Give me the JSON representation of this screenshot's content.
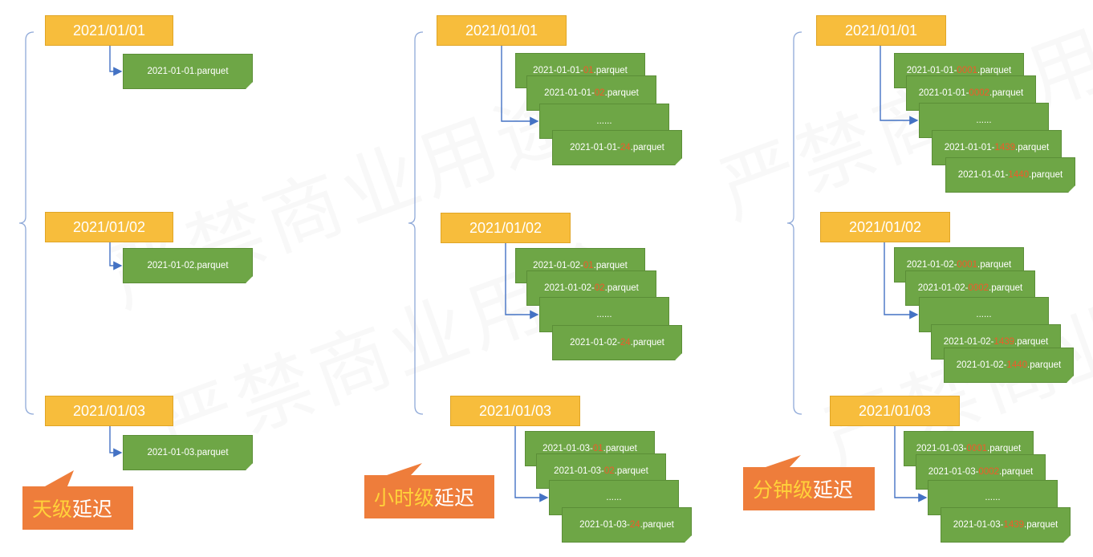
{
  "colors": {
    "date_fill": "#F7BD3C",
    "file_fill": "#6EA646",
    "connector": "#4472C4",
    "bracket": "#8FA9D8",
    "accent_text": "#F05A2A",
    "tag_fill": "#EE7D3B",
    "tag_highlight": "#FFD23A"
  },
  "watermark": "严禁商业用途",
  "columns": [
    {
      "id": "day",
      "tag": {
        "highlight": "天级",
        "rest": "延迟"
      },
      "groups": [
        {
          "date": "2021/01/01",
          "files": [
            {
              "prefix": "2021-01-01.parquet",
              "accent": "",
              "suffix": ""
            }
          ]
        },
        {
          "date": "2021/01/02",
          "files": [
            {
              "prefix": "2021-01-02.parquet",
              "accent": "",
              "suffix": ""
            }
          ]
        },
        {
          "date": "2021/01/03",
          "files": [
            {
              "prefix": "2021-01-03.parquet",
              "accent": "",
              "suffix": ""
            }
          ]
        }
      ]
    },
    {
      "id": "hour",
      "tag": {
        "highlight": "小时级",
        "rest": "延迟"
      },
      "groups": [
        {
          "date": "2021/01/01",
          "files": [
            {
              "prefix": "2021-01-01-",
              "accent": "01",
              "suffix": ".parquet"
            },
            {
              "prefix": "2021-01-01-",
              "accent": "02",
              "suffix": ".parquet"
            },
            {
              "prefix": "......",
              "accent": "",
              "suffix": ""
            },
            {
              "prefix": "2021-01-01-",
              "accent": "24",
              "suffix": ".parquet"
            }
          ]
        },
        {
          "date": "2021/01/02",
          "files": [
            {
              "prefix": "2021-01-02-",
              "accent": "01",
              "suffix": ".parquet"
            },
            {
              "prefix": "2021-01-02-",
              "accent": "02",
              "suffix": ".parquet"
            },
            {
              "prefix": "......",
              "accent": "",
              "suffix": ""
            },
            {
              "prefix": "2021-01-02-",
              "accent": "24",
              "suffix": ".parquet"
            }
          ]
        },
        {
          "date": "2021/01/03",
          "files": [
            {
              "prefix": "2021-01-03-",
              "accent": "01",
              "suffix": ".parquet"
            },
            {
              "prefix": "2021-01-03-",
              "accent": "02",
              "suffix": ".parquet"
            },
            {
              "prefix": "......",
              "accent": "",
              "suffix": ""
            },
            {
              "prefix": "2021-01-03-",
              "accent": "24",
              "suffix": ".parquet"
            }
          ]
        }
      ]
    },
    {
      "id": "minute",
      "tag": {
        "highlight": "分钟级",
        "rest": "延迟"
      },
      "groups": [
        {
          "date": "2021/01/01",
          "files": [
            {
              "prefix": "2021-01-01-",
              "accent": "0001",
              "suffix": ".parquet"
            },
            {
              "prefix": "2021-01-01-",
              "accent": "0002",
              "suffix": ".parquet"
            },
            {
              "prefix": "......",
              "accent": "",
              "suffix": ""
            },
            {
              "prefix": "2021-01-01-",
              "accent": "1439",
              "suffix": ".parquet"
            },
            {
              "prefix": "2021-01-01-",
              "accent": "1440",
              "suffix": ".parquet"
            }
          ]
        },
        {
          "date": "2021/01/02",
          "files": [
            {
              "prefix": "2021-01-02-",
              "accent": "0001",
              "suffix": ".parquet"
            },
            {
              "prefix": "2021-01-02-",
              "accent": "0002",
              "suffix": ".parquet"
            },
            {
              "prefix": "......",
              "accent": "",
              "suffix": ""
            },
            {
              "prefix": "2021-01-02-",
              "accent": "1439",
              "suffix": ".parquet"
            },
            {
              "prefix": "2021-01-02-",
              "accent": "1440",
              "suffix": ".parquet"
            }
          ]
        },
        {
          "date": "2021/01/03",
          "files": [
            {
              "prefix": "2021-01-03-",
              "accent": "0001",
              "suffix": ".parquet"
            },
            {
              "prefix": "2021-01-03-",
              "accent": "0002",
              "suffix": ".parquet"
            },
            {
              "prefix": "......",
              "accent": "",
              "suffix": ""
            },
            {
              "prefix": "2021-01-03-",
              "accent": "1439",
              "suffix": ".parquet"
            }
          ]
        }
      ]
    }
  ]
}
